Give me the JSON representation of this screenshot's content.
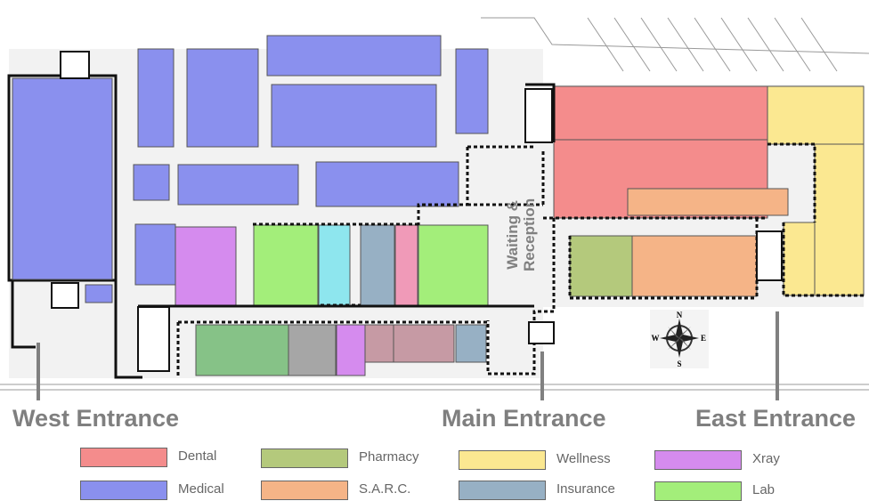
{
  "colors": {
    "dental": "#f48c8c",
    "medical": "#8a90ee",
    "pharmacy": "#b4c97c",
    "sarc": "#f5b487",
    "wellness": "#fbe891",
    "insurance": "#97b0c4",
    "xray": "#d58bee",
    "lab": "#a3ee7a",
    "gray_room": "#a6a6a6",
    "mauve_room": "#c69aa4",
    "entrance_text": "#7f7f7f"
  },
  "entrances": {
    "west": "West Entrance",
    "main": "Main Entrance",
    "east": "East Entrance"
  },
  "waiting": {
    "line1": "Waiting &",
    "line2": "Reception"
  },
  "compass": {
    "n": "N",
    "s": "S",
    "e": "E",
    "w": "W",
    "icon": "compass-rose-icon"
  },
  "legend": [
    {
      "key": "dental",
      "label": "Dental"
    },
    {
      "key": "medical",
      "label": "Medical"
    },
    {
      "key": "pharmacy",
      "label": "Pharmacy"
    },
    {
      "key": "sarc",
      "label": "S.A.R.C."
    },
    {
      "key": "wellness",
      "label": "Wellness"
    },
    {
      "key": "insurance",
      "label": "Insurance"
    },
    {
      "key": "xray",
      "label": "Xray"
    },
    {
      "key": "lab",
      "label": "Lab"
    }
  ]
}
